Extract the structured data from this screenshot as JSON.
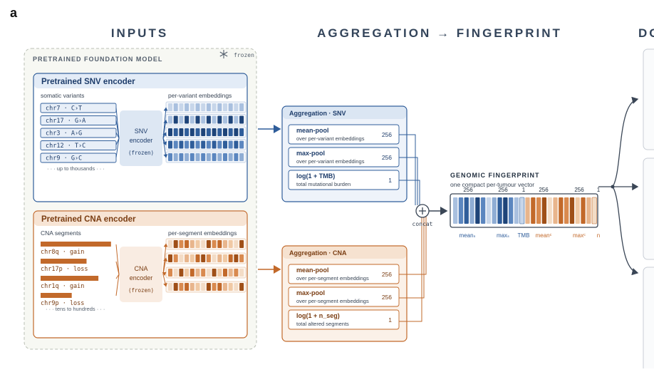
{
  "panel_label": "a",
  "headers": {
    "inputs": "INPUTS",
    "aggregation": "AGGREGATION → FINGERPRINT",
    "right_cut": "DO"
  },
  "foundation": {
    "title": "PRETRAINED FOUNDATION MODEL",
    "frozen_tag": "frozen"
  },
  "snv": {
    "title": "Pretrained SNV encoder",
    "list_label": "somatic variants",
    "variants": [
      "chr7 · C›T",
      "chr17 · G›A",
      "chr3 · A›G",
      "chr12 · T›C",
      "chr9 · G›C"
    ],
    "more": "· · · up to thousands · · ·",
    "encoder_line1": "SNV",
    "encoder_line2": "encoder",
    "encoder_line3": "(frozen)",
    "emb_label": "per-variant embeddings"
  },
  "cna": {
    "title": "Pretrained CNA encoder",
    "list_label": "CNA segments",
    "segments": [
      "chr8q · gain",
      "chr17p · loss",
      "chr1q · gain",
      "chr9p · loss"
    ],
    "segment_fill": [
      0.95,
      0.62,
      0.78,
      0.42
    ],
    "more": "· · · tens to hundreds · · ·",
    "encoder_line1": "CNA",
    "encoder_line2": "encoder",
    "encoder_line3": "(frozen)",
    "emb_label": "per-segment embeddings"
  },
  "agg_snv": {
    "title": "Aggregation · SNV",
    "rows": [
      {
        "name": "mean-pool",
        "desc": "over per-variant embeddings",
        "dim": "256"
      },
      {
        "name": "max-pool",
        "desc": "over per-variant embeddings",
        "dim": "256"
      },
      {
        "name": "log(1 + TMB)",
        "desc": "total mutational burden",
        "dim": "1"
      }
    ]
  },
  "agg_cna": {
    "title": "Aggregation · CNA",
    "rows": [
      {
        "name": "mean-pool",
        "desc": "over per-segment embeddings",
        "dim": "256"
      },
      {
        "name": "max-pool",
        "desc": "over per-segment embeddings",
        "dim": "256"
      },
      {
        "name": "log(1 + n_seg)",
        "desc": "total altered segments",
        "dim": "1"
      }
    ]
  },
  "concat_label": "concat",
  "fingerprint": {
    "title": "GENOMIC FINGERPRINT",
    "subtitle": "one compact per-tumour vector",
    "dims": [
      "256",
      "256",
      "1",
      "256",
      "256",
      "1"
    ],
    "labels": [
      "meanₛ",
      "maxₛ",
      "TMB",
      "meanᶜ",
      "maxᶜ",
      "n"
    ]
  },
  "colors": {
    "snv_blue": "#2f5d9a",
    "cna_orange": "#c2692a",
    "snv_fill": "#eef3fa",
    "cna_fill": "#fbf1e8",
    "foundation_fill": "#f7f8f3"
  }
}
